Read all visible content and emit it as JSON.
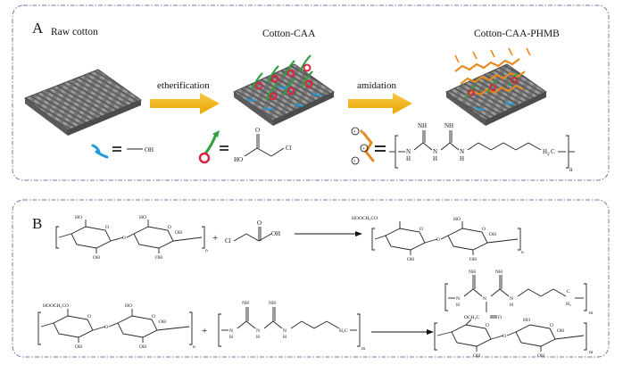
{
  "panel_a": {
    "label": "A",
    "raw_cotton": "Raw cotton",
    "cotton_caa": "Cotton-CAA",
    "cotton_caa_phmb": "Cotton-CAA-PHMB",
    "step1": "etherification",
    "step2": "amidation",
    "legend_oh": "OH",
    "legend_caa": {
      "o": "O",
      "ho": "HO",
      "cl": "Cl"
    },
    "legend_phmb": {
      "nh1": "NH",
      "nh2": "NH",
      "n_a": "N",
      "h_a": "H",
      "n_b": "N",
      "h_b": "H",
      "n_c": "N",
      "h_c": "H",
      "h2c": "H",
      "h2c_sub": "2",
      "h2c_c": "C",
      "n": "n"
    },
    "colors": {
      "oh_blue": "#1f9ad6",
      "caa_green": "#2e9e3e",
      "caa_red": "#d7263d",
      "phmb_orange": "#e58a1f",
      "arrow_yellow": "#f2b705",
      "fabric_gray": "#6f6f6f"
    }
  },
  "panel_b": {
    "label": "B",
    "r1_left": {
      "ho1": "HO",
      "ho2": "HO",
      "oh1": "OH",
      "o1": "O",
      "o2": "O",
      "o3": "O",
      "oh2": "OH",
      "oh3": "OH",
      "n": "n"
    },
    "plus1": "+",
    "caa": {
      "cl": "Cl",
      "o": "O",
      "oh": "OH"
    },
    "r1_right": {
      "hoocch2o": "HOOCH₂CO",
      "ho": "HO",
      "oh1": "OH",
      "o1": "O",
      "o2": "O",
      "o3": "O",
      "oh2": "OH",
      "oh3": "OH",
      "n": "n"
    },
    "r2_left": {
      "hoocch2o": "HOOCH₂CO",
      "ho": "HO",
      "oh1": "OH",
      "o1": "O",
      "o2": "O",
      "o3": "O",
      "oh2": "OH",
      "oh3": "OH",
      "n": "n"
    },
    "plus2": "+",
    "phmb": {
      "nh1": "NH",
      "nh2": "NH",
      "n1": "N",
      "h1": "H",
      "n2": "N",
      "h2": "H",
      "n3": "N",
      "h3": "H",
      "h2c": "H₂C",
      "m": "m"
    },
    "product": {
      "nh1": "NH",
      "nh2": "NH",
      "n1": "N",
      "h1": "H",
      "n2": "N",
      "n3": "N",
      "h3": "H",
      "c": "C",
      "h2": "H₂",
      "m1": "m",
      "och2co": "OCH₂C",
      "o_eq": "O",
      "o1": "O",
      "o2": "O",
      "o3": "O",
      "ho": "HO",
      "oh1": "OH",
      "oh2": "OH",
      "oh3": "OH",
      "m2": "m"
    }
  }
}
